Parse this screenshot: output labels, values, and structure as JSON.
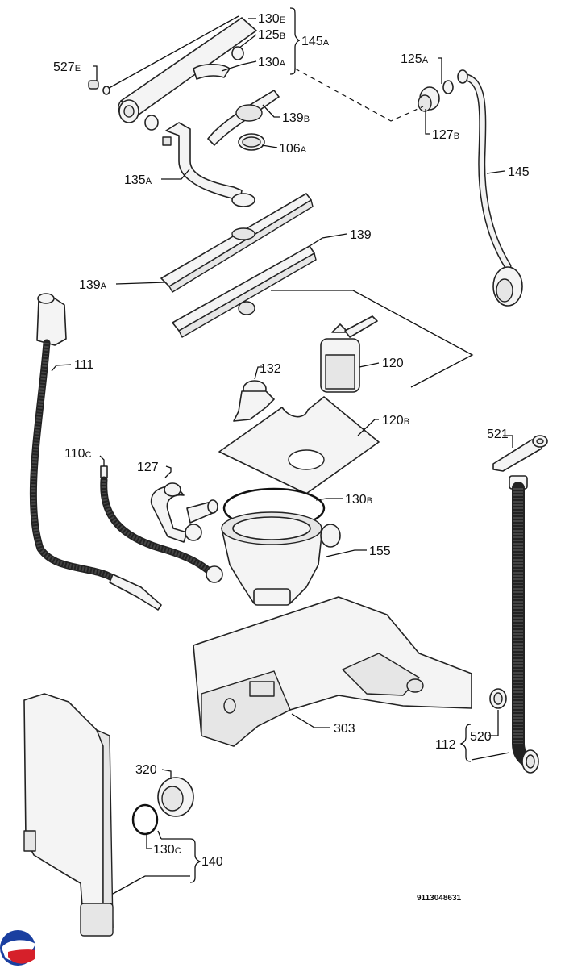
{
  "callouts": [
    {
      "id": "130e",
      "main": "130",
      "suffix": "E"
    },
    {
      "id": "125b",
      "main": "125",
      "suffix": "B"
    },
    {
      "id": "145a",
      "main": "145",
      "suffix": "A"
    },
    {
      "id": "130a",
      "main": "130",
      "suffix": "A"
    },
    {
      "id": "527e",
      "main": "527",
      "suffix": "E"
    },
    {
      "id": "125a",
      "main": "125",
      "suffix": "A"
    },
    {
      "id": "139b",
      "main": "139",
      "suffix": "B"
    },
    {
      "id": "106a",
      "main": "106",
      "suffix": "A"
    },
    {
      "id": "127b",
      "main": "127",
      "suffix": "B"
    },
    {
      "id": "145",
      "main": "145",
      "suffix": ""
    },
    {
      "id": "135a",
      "main": "135",
      "suffix": "A"
    },
    {
      "id": "139",
      "main": "139",
      "suffix": ""
    },
    {
      "id": "139a",
      "main": "139",
      "suffix": "A"
    },
    {
      "id": "111",
      "main": "111",
      "suffix": ""
    },
    {
      "id": "132",
      "main": "132",
      "suffix": ""
    },
    {
      "id": "120",
      "main": "120",
      "suffix": ""
    },
    {
      "id": "120b",
      "main": "120",
      "suffix": "B"
    },
    {
      "id": "521",
      "main": "521",
      "suffix": ""
    },
    {
      "id": "110c",
      "main": "110",
      "suffix": "C"
    },
    {
      "id": "127",
      "main": "127",
      "suffix": ""
    },
    {
      "id": "130b",
      "main": "130",
      "suffix": "B"
    },
    {
      "id": "155",
      "main": "155",
      "suffix": ""
    },
    {
      "id": "303",
      "main": "303",
      "suffix": ""
    },
    {
      "id": "520",
      "main": "520",
      "suffix": ""
    },
    {
      "id": "112",
      "main": "112",
      "suffix": ""
    },
    {
      "id": "320",
      "main": "320",
      "suffix": ""
    },
    {
      "id": "130c",
      "main": "130",
      "suffix": "C"
    },
    {
      "id": "140",
      "main": "140",
      "suffix": ""
    }
  ],
  "document_number": "9113048631",
  "logo": {
    "name": "brand-logo",
    "colors": [
      "#1a3fa0",
      "#d6202a"
    ]
  }
}
